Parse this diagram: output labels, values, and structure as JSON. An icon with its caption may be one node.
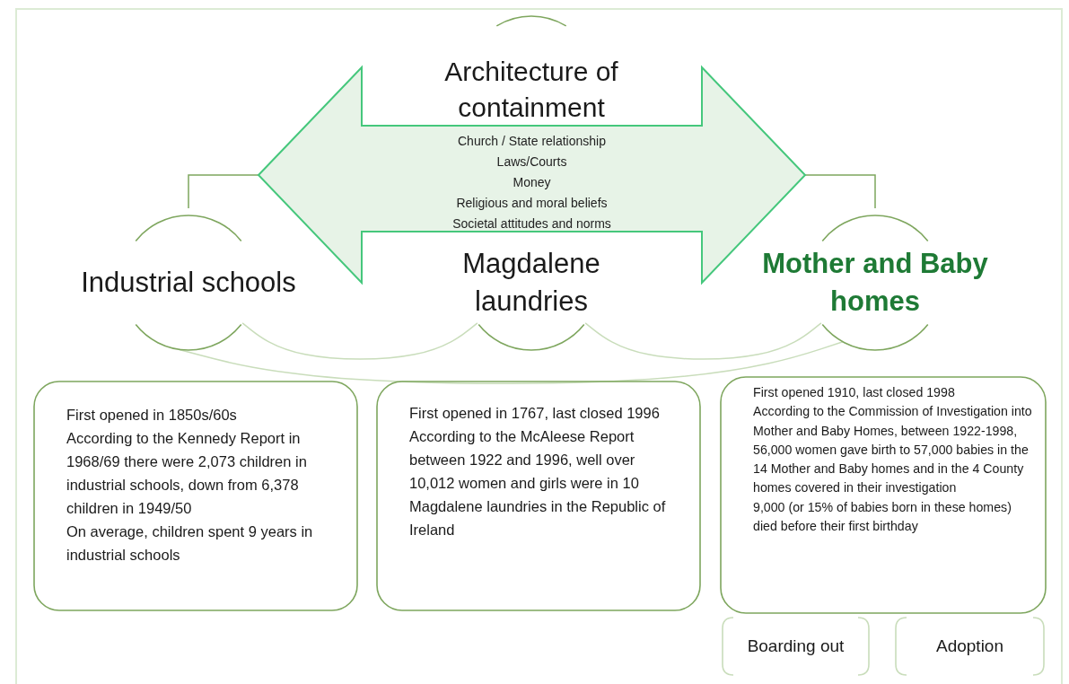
{
  "diagram": {
    "nodes": [
      {
        "text": [
          "Architecture of containment"
        ]
      },
      {
        "text": [
          "Church / State relationship",
          "Laws/Courts",
          "Money",
          "Religious and moral beliefs",
          "Societal attitudes and norms"
        ]
      },
      {
        "text": [
          "Industrial schools"
        ]
      },
      {
        "text": [
          "Magdalene laundries"
        ]
      },
      {
        "text": [
          "Mother and Baby homes"
        ]
      },
      {
        "text": [
          "First opened in 1850s/60s",
          "According to the Kennedy Report in 1968/69 there were 2,073 children in industrial schools, down from 6,378 children in 1949/50",
          "On average, children spent 9 years in industrial schools"
        ]
      },
      {
        "text": [
          "First opened in 1767, last closed 1996",
          "According to the McAleese Report between 1922 and 1996, well over 10,012 women and girls were in 10 Magdalene laundries in the Republic of Ireland"
        ]
      },
      {
        "text": [
          "First opened 1910, last closed 1998",
          "According to the Commission of Investigation into Mother and Baby Homes, between 1922-1998, 56,000 women gave birth to 57,000 babies in the 14 Mother and Baby homes and in the 4 County homes covered in their investigation",
          "9,000 (or 15% of babies born in these homes) died before their first birthday"
        ]
      },
      {
        "text": [
          "Boarding out"
        ]
      },
      {
        "text": [
          "Adoption"
        ]
      }
    ],
    "edges": [
      {
        "from": 1,
        "to": 2,
        "arrow": "none",
        "color": "#7ea65e"
      },
      {
        "from": 1,
        "to": 4,
        "arrow": "none",
        "color": "#7ea65e"
      },
      {
        "from": 2,
        "to": 3,
        "arrow": "none"
      },
      {
        "from": 3,
        "to": 4,
        "arrow": "none"
      },
      {
        "from": 2,
        "to": 4,
        "arrow": "none"
      }
    ]
  }
}
